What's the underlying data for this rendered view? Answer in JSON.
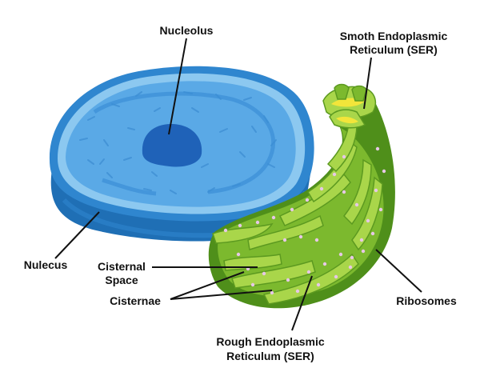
{
  "colors": {
    "nucleus_dark": "#1f6fb5",
    "nucleus_mid": "#3b8fd6",
    "nucleus_light": "#8cc8f0",
    "nucleolus": "#1f62b8",
    "er_dark": "#4f8f1a",
    "er_mid": "#7cb92e",
    "er_light": "#a9d64a",
    "ser_yellow": "#f2e53a",
    "ribosome": "#e7c8e6",
    "text": "#111111",
    "background": "#ffffff"
  },
  "labels": {
    "nucleolus": "Nucleolus",
    "ser_line1": "Smoth Endoplasmic",
    "ser_line2": "Reticulum (SER)",
    "nucleus": "Nulecus",
    "cisternal_line1": "Cisternal",
    "cisternal_line2": "Space",
    "cisternae": "Cisternae",
    "ribosomes": "Ribosomes",
    "rer_line1": "Rough Endoplasmic",
    "rer_line2": "Reticulum (SER)"
  },
  "icons": {
    "nucleus": "nucleus-illustration",
    "er": "endoplasmic-reticulum-illustration"
  }
}
